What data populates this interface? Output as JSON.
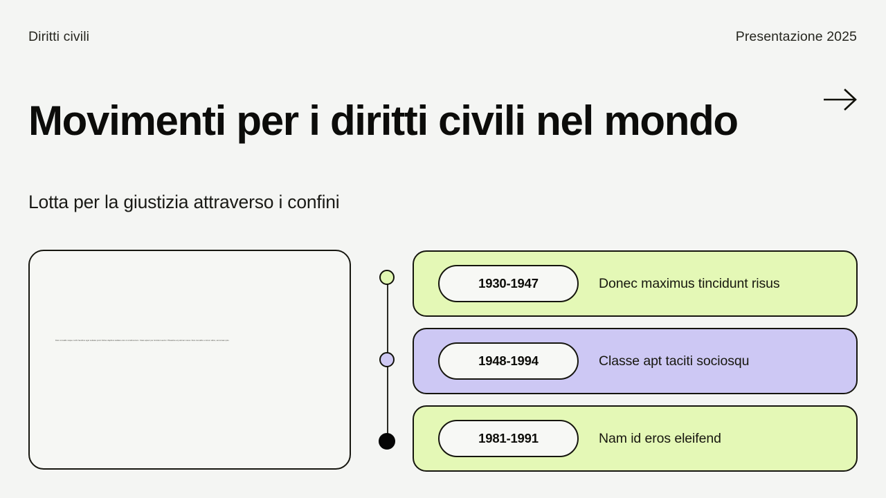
{
  "header": {
    "left_label": "Diritti civili",
    "right_label": "Presentazione 2025",
    "next_icon": "arrow-right-icon"
  },
  "hero": {
    "title": "Movimenti per i diritti civili nel mondo",
    "subtitle": "Lotta per la giustizia attraverso i confini"
  },
  "left_panel": {
    "body_text": "Duis convallis neque morbi faucibus eget sodales proin finibus dapibus sodales erat ut condimentum. Class aptent per tincidunt auctor. Phasellus at pulvinar metus. Duis convallis a rutrum tellus, accumsan quis."
  },
  "timeline": {
    "markers": [
      {
        "name": "marker-1",
        "color": "#e2f8b3",
        "style": "outlined"
      },
      {
        "name": "marker-2",
        "color": "#cfc9f4",
        "style": "outlined"
      },
      {
        "name": "marker-3",
        "color": "#050505",
        "style": "filled"
      }
    ],
    "items": [
      {
        "date": "1930-1947",
        "text": "Donec maximus tincidunt risus",
        "bg": "#e4f8b6"
      },
      {
        "date": "1948-1994",
        "text": "Classe apt taciti sociosqu",
        "bg": "#cdc8f4"
      },
      {
        "date": "1981-1991",
        "text": "Nam id eros eleifend",
        "bg": "#e4f8b6"
      }
    ]
  },
  "colors": {
    "background": "#f4f5f3",
    "ink": "#11110f",
    "accent_green": "#e4f8b6",
    "accent_purple": "#cdc8f4",
    "pill_fill": "#f7f8f5"
  }
}
